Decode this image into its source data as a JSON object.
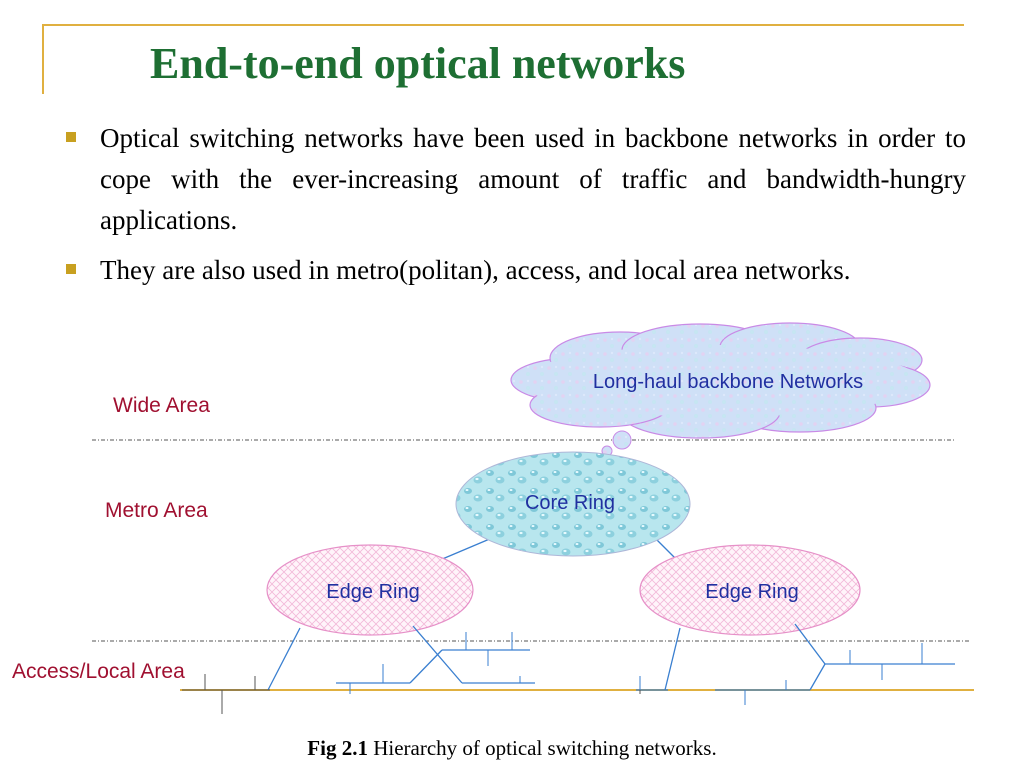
{
  "slide": {
    "title": "End-to-end optical networks",
    "bullets": [
      "Optical switching networks have been used in backbone networks in order to cope with the ever-increasing amount of traffic and bandwidth-hungry applications.",
      "They are also used in metro(politan), access, and local area networks."
    ]
  },
  "diagram": {
    "zones": {
      "wide": "Wide Area",
      "metro": "Metro Area",
      "access": "Access/Local Area"
    },
    "nodes": {
      "backbone": "Long-haul backbone Networks",
      "core": "Core Ring",
      "edge_left": "Edge Ring",
      "edge_right": "Edge Ring"
    }
  },
  "caption": {
    "label": "Fig 2.1",
    "text": " Hierarchy of  optical switching networks."
  },
  "colors": {
    "title": "#1e6f33",
    "accent": "#e0b040",
    "zone_label": "#a01030",
    "node_label": "#2030a0",
    "link": "#3a7fd0"
  }
}
